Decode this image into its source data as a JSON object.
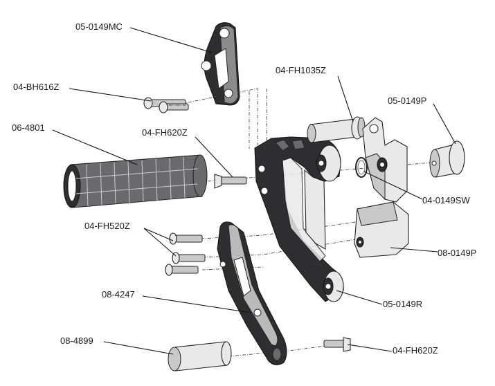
{
  "labels": {
    "05-0149MC": "05-0149MC",
    "04-BH616Z": "04-BH616Z",
    "06-4801": "06-4801",
    "04-FH620Z-top": "04-FH620Z",
    "04-FH1035Z": "04-FH1035Z",
    "05-0149P": "05-0149P",
    "04-0149SW": "04-0149SW",
    "04-FH520Z": "04-FH520Z",
    "08-0149P": "08-0149P",
    "08-4247": "08-4247",
    "05-0149R": "05-0149R",
    "08-4899": "08-4899",
    "04-FH620Z-bottom": "04-FH620Z"
  }
}
